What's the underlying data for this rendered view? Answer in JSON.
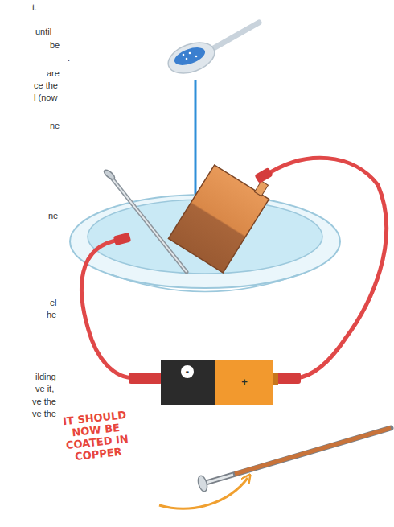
{
  "diagram": {
    "labels": [
      "t.",
      "until",
      ".",
      "be",
      "are",
      "ce the",
      "l (now",
      "ne",
      "ne",
      "-",
      "+",
      "el",
      "he",
      "ilding",
      "ve it,",
      "ve the",
      "ve the",
      "IT SHOULD NOW BE COATED IN COPPER"
    ]
  }
}
